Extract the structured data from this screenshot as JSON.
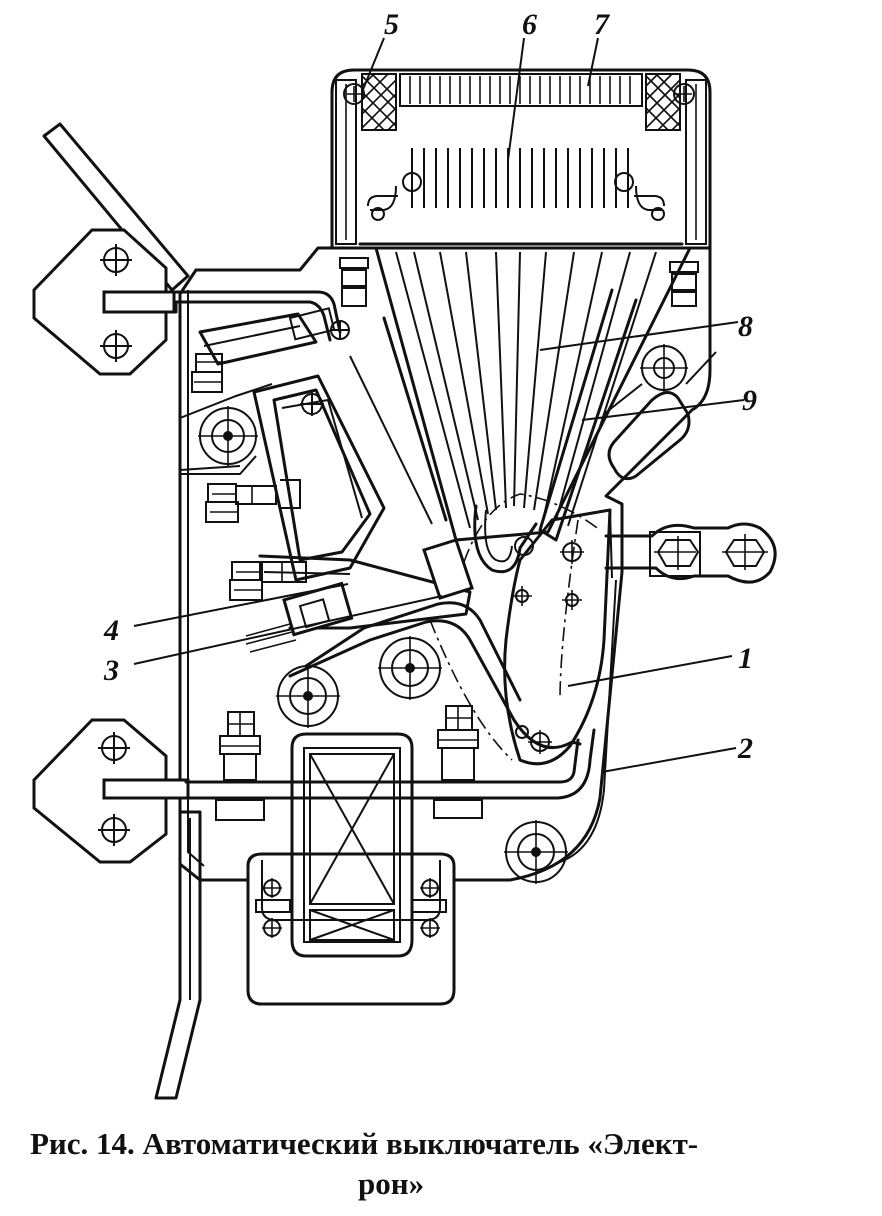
{
  "figure": {
    "labels": {
      "l1": "1",
      "l2": "2",
      "l3": "3",
      "l4": "4",
      "l5": "5",
      "l6": "6",
      "l7": "7",
      "l8": "8",
      "l9": "9"
    }
  },
  "caption": {
    "line1": "Рис. 14. Автоматический выключатель «Элект-",
    "line2": "рон»"
  }
}
